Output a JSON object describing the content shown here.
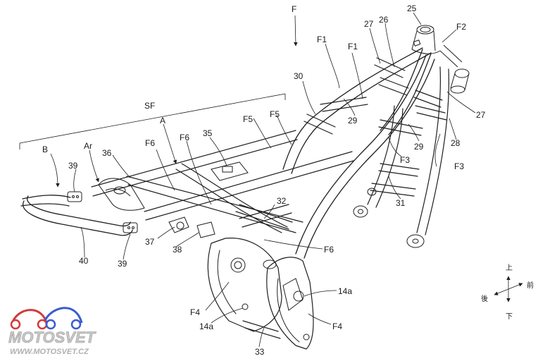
{
  "labels": {
    "F": "F",
    "F1a": "F1",
    "F1b": "F1",
    "F2": "F2",
    "F3a": "F3",
    "F3b": "F3",
    "F4a": "F4",
    "F4b": "F4",
    "F5a": "F5",
    "F5b": "F5",
    "F6a": "F6",
    "F6b": "F6",
    "F6c": "F6",
    "SF": "SF",
    "A": "A",
    "B": "B",
    "Ar": "Ar",
    "n25": "25",
    "n26": "26",
    "n27a": "27",
    "n27b": "27",
    "n28": "28",
    "n29a": "29",
    "n29b": "29",
    "n30": "30",
    "n31": "31",
    "n32": "32",
    "n33": "33",
    "n35": "35",
    "n36": "36",
    "n37": "37",
    "n38": "38",
    "n39a": "39",
    "n39b": "39",
    "n40": "40",
    "n14a_a": "14a",
    "n14a_b": "14a"
  },
  "compass": {
    "up": "上",
    "down": "下",
    "front": "前",
    "rear": "後"
  },
  "watermark": {
    "brand": "MOTOSVET",
    "url": "WWW.MOTOSVET.CZ",
    "brand_color": "#c8c8c8",
    "url_color": "#b0b0b0",
    "logo_red": "#d23b3b",
    "logo_blue": "#3b5bd2"
  }
}
